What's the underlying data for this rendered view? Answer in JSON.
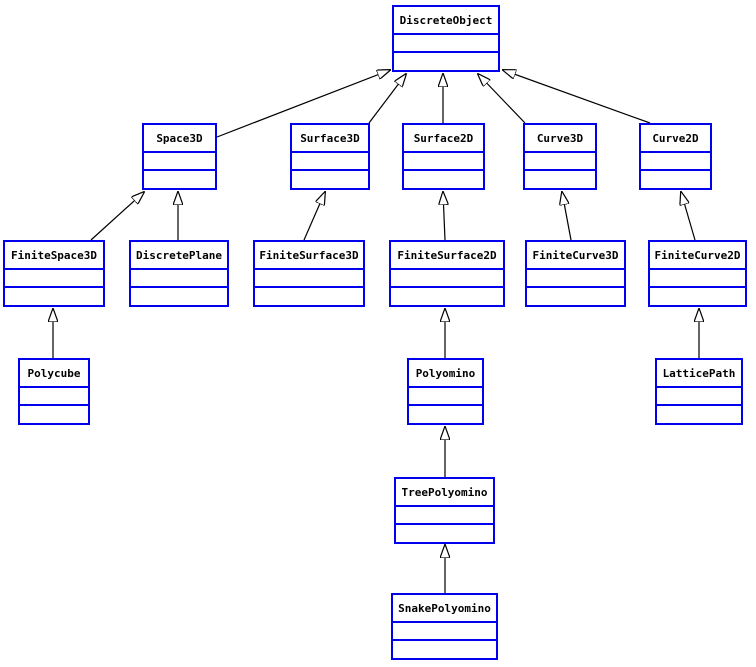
{
  "diagram": {
    "kind": "uml-class-inheritance-diagram",
    "background_color": "#ffffff",
    "box_border_color": "#0000ee",
    "box_fill_color": "#ffffff",
    "edge_color": "#000000",
    "arrowhead_style": "hollow-open-triangle",
    "text_color": "#000000"
  },
  "nodes": [
    {
      "label": "DiscreteObject"
    },
    {
      "label": "Space3D"
    },
    {
      "label": "Surface3D"
    },
    {
      "label": "Surface2D"
    },
    {
      "label": "Curve3D"
    },
    {
      "label": "Curve2D"
    },
    {
      "label": "FiniteSpace3D"
    },
    {
      "label": "DiscretePlane"
    },
    {
      "label": "FiniteSurface3D"
    },
    {
      "label": "FiniteSurface2D"
    },
    {
      "label": "FiniteCurve3D"
    },
    {
      "label": "FiniteCurve2D"
    },
    {
      "label": "Polycube"
    },
    {
      "label": "Polyomino"
    },
    {
      "label": "LatticePath"
    },
    {
      "label": "TreePolyomino"
    },
    {
      "label": "SnakePolyomino"
    }
  ],
  "edges": [
    {
      "from": "Space3D",
      "to": "DiscreteObject"
    },
    {
      "from": "Surface3D",
      "to": "DiscreteObject"
    },
    {
      "from": "Surface2D",
      "to": "DiscreteObject"
    },
    {
      "from": "Curve3D",
      "to": "DiscreteObject"
    },
    {
      "from": "Curve2D",
      "to": "DiscreteObject"
    },
    {
      "from": "FiniteSpace3D",
      "to": "Space3D"
    },
    {
      "from": "DiscretePlane",
      "to": "Space3D"
    },
    {
      "from": "FiniteSurface3D",
      "to": "Surface3D"
    },
    {
      "from": "FiniteSurface2D",
      "to": "Surface2D"
    },
    {
      "from": "FiniteCurve3D",
      "to": "Curve3D"
    },
    {
      "from": "FiniteCurve2D",
      "to": "Curve2D"
    },
    {
      "from": "Polycube",
      "to": "FiniteSpace3D"
    },
    {
      "from": "Polyomino",
      "to": "FiniteSurface2D"
    },
    {
      "from": "LatticePath",
      "to": "FiniteCurve2D"
    },
    {
      "from": "TreePolyomino",
      "to": "Polyomino"
    },
    {
      "from": "SnakePolyomino",
      "to": "TreePolyomino"
    }
  ]
}
